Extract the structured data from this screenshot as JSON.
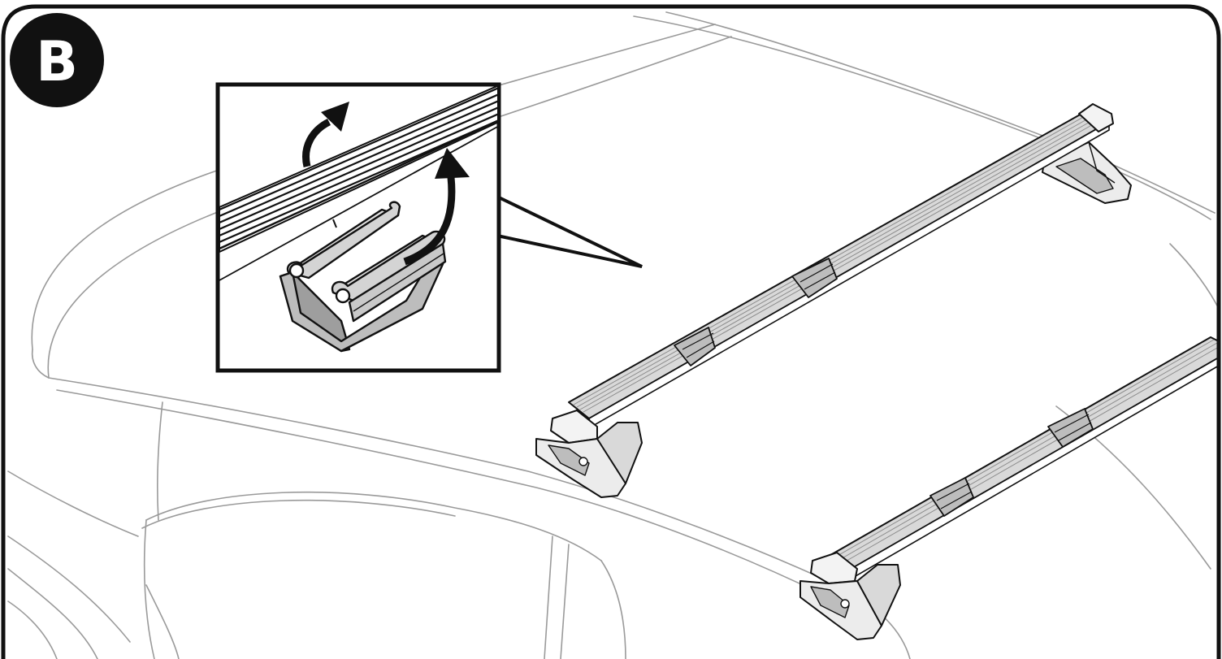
{
  "step": {
    "label": "B"
  },
  "colors": {
    "ink": "#111111",
    "paper": "#ffffff",
    "car_line": "#9a9a9a",
    "bar_fill": "#d9d9d9",
    "bar_groove": "#8c8c8c",
    "clip_fill": "#bdbdbd",
    "foot_fill": "#ececec"
  },
  "icons": {
    "step_badge": "step-b-badge",
    "arrows": "curved-arrow-up"
  }
}
